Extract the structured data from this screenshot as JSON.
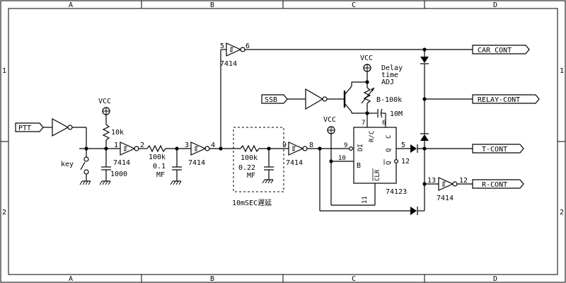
{
  "frame": {
    "columns": [
      "A",
      "B",
      "C",
      "D"
    ],
    "rows": [
      "1",
      "2"
    ]
  },
  "ports": {
    "ptt": "PTT",
    "ssb": "SSB",
    "car_cont": "CAR CONT",
    "relay_cont": "RELAY-CONT",
    "t_cont": "T-CONT",
    "r_cont": "R-CONT"
  },
  "power": {
    "vcc_input": "VCC",
    "vcc_timer": "VCC",
    "vcc_delay": "VCC"
  },
  "components": {
    "r_pullup": "10k",
    "c_input": "1000",
    "switch_key": "key",
    "gate1": {
      "label": "7414",
      "pin_in": "1",
      "pin_out": "2"
    },
    "r_100k_1": "100k",
    "c_01_value": "0.1",
    "c_01_unit": "MF",
    "gate2": {
      "label": "7414",
      "pin_in": "3",
      "pin_out": "4"
    },
    "r_100k_2": "100k",
    "c_022_value": "0.22",
    "c_022_unit": "MF",
    "delay_note": "10mSEC遅延",
    "gate3": {
      "label": "7414",
      "pin_in": "9",
      "pin_out": "8"
    },
    "gate4": {
      "label": "7414",
      "pin_in": "5",
      "pin_out": "6"
    },
    "gate5": {
      "label": "7414",
      "pin_in": "13",
      "pin_out": "12"
    },
    "vr_label": "B-100k",
    "delay_line1": "Delay",
    "delay_line2": "time",
    "delay_line3": "ADJ",
    "c_timing": "10M",
    "ic": {
      "name": "74123",
      "pin_di": "DI",
      "pin_b": "B",
      "pin_clr": "CLR",
      "pin_rc": "R/C",
      "pin_c": "C",
      "pin_q": "Q",
      "pin_qbar": "Q",
      "pin_9": "9",
      "pin_10": "10",
      "pin_11": "11",
      "pin_7": "7",
      "pin_6": "6",
      "pin_5": "5",
      "pin_12": "12"
    }
  }
}
